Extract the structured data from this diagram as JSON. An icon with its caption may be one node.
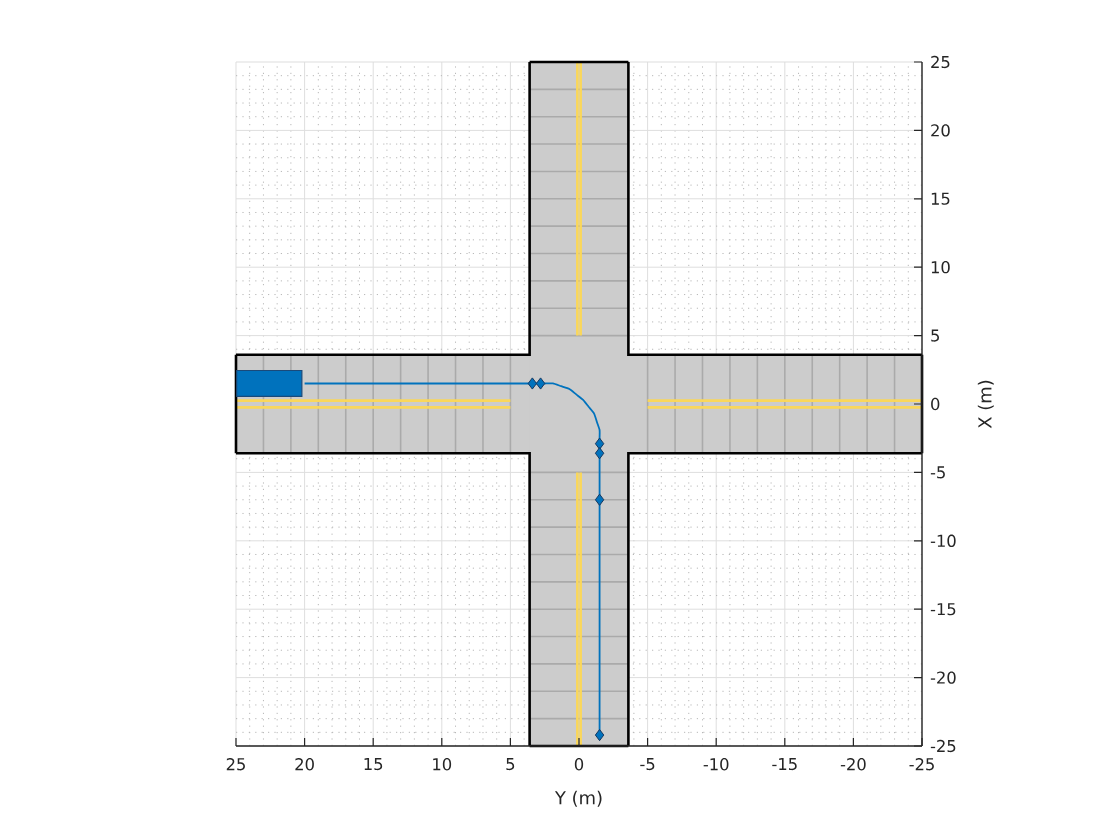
{
  "diagram": {
    "chart_data": {
      "type": "line",
      "xlabel": "Y (m)",
      "ylabel": "X (m)",
      "xlim": [
        25,
        -25
      ],
      "ylim": [
        -25,
        25
      ],
      "grid": true,
      "xticks": [
        25,
        20,
        15,
        10,
        5,
        0,
        -5,
        -10,
        -15,
        -20,
        -25
      ],
      "yticks": [
        -25,
        -20,
        -15,
        -10,
        -5,
        0,
        5,
        10,
        15,
        20,
        25
      ],
      "x": [
        20,
        3.4,
        2.8,
        2.5,
        1.9,
        1.3,
        0.7,
        0.2,
        -0.3,
        -0.7,
        -1.1,
        -1.3,
        -1.5,
        -1.5,
        -1.5,
        -1.5,
        -1.5,
        -1.5
      ],
      "series": [
        {
          "color": "#0072bd",
          "values": [
            1.5,
            1.5,
            1.5,
            1.5,
            1.5,
            1.3,
            1.1,
            0.7,
            0.3,
            -0.2,
            -0.7,
            -1.3,
            -1.9,
            -2.5,
            -2.9,
            -3.6,
            -7,
            -24.2
          ]
        },
        {
          "type": "scatter",
          "color": "#0072bd",
          "values": [
            null,
            1.5,
            1.5,
            null,
            null,
            null,
            null,
            null,
            null,
            null,
            null,
            null,
            null,
            null,
            -2.9,
            -3.6,
            -7,
            -24.2
          ]
        }
      ]
    }
  }
}
